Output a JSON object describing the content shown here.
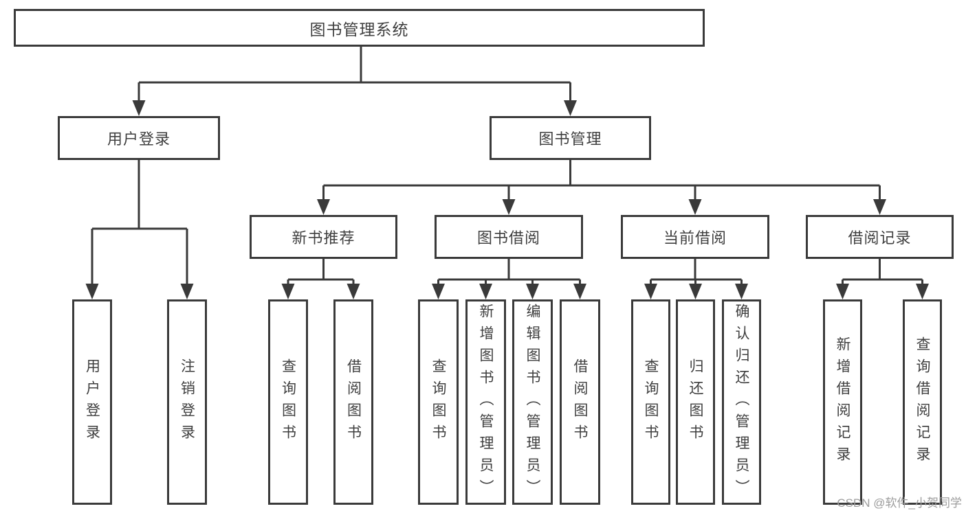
{
  "diagram": {
    "type": "hierarchy-tree",
    "colors": {
      "line": "#3a3a3a",
      "text": "#3f3f3f",
      "box_bg": "#ffffff",
      "watermark": "#9c9c9c"
    },
    "nodes": {
      "root": {
        "label": "图书管理系统"
      },
      "user_login": {
        "label": "用户登录"
      },
      "book_management": {
        "label": "图书管理"
      },
      "new_book_recommend": {
        "label": "新书推荐"
      },
      "book_borrow": {
        "label": "图书借阅"
      },
      "current_borrow": {
        "label": "当前借阅"
      },
      "borrow_records": {
        "label": "借阅记录"
      },
      "leaf_user_login": {
        "label": "用户登录"
      },
      "leaf_logout": {
        "label": "注销登录"
      },
      "leaf_rec_query_books": {
        "label": "查询图书"
      },
      "leaf_rec_borrow_books": {
        "label": "借阅图书"
      },
      "leaf_bb_query_books": {
        "label": "查询图书"
      },
      "leaf_bb_add_books": {
        "label": "新增图书（管理员）"
      },
      "leaf_bb_edit_books": {
        "label": "编辑图书（管理员）"
      },
      "leaf_bb_borrow_books": {
        "label": "借阅图书"
      },
      "leaf_cb_query_books": {
        "label": "查询图书"
      },
      "leaf_cb_return_books": {
        "label": "归还图书"
      },
      "leaf_cb_confirm_return": {
        "label": "确认归还（管理员）"
      },
      "leaf_br_add_record": {
        "label": "新增借阅记录"
      },
      "leaf_br_query_record": {
        "label": "查询借阅记录"
      }
    },
    "hierarchy": [
      {
        "parent": "图书管理系统",
        "children": [
          "用户登录",
          "图书管理"
        ]
      },
      {
        "parent": "用户登录",
        "children": [
          "用户登录",
          "注销登录"
        ]
      },
      {
        "parent": "图书管理",
        "children": [
          "新书推荐",
          "图书借阅",
          "当前借阅",
          "借阅记录"
        ]
      },
      {
        "parent": "新书推荐",
        "children": [
          "查询图书",
          "借阅图书"
        ]
      },
      {
        "parent": "图书借阅",
        "children": [
          "查询图书",
          "新增图书（管理员）",
          "编辑图书（管理员）",
          "借阅图书"
        ]
      },
      {
        "parent": "当前借阅",
        "children": [
          "查询图书",
          "归还图书",
          "确认归还（管理员）"
        ]
      },
      {
        "parent": "借阅记录",
        "children": [
          "新增借阅记录",
          "查询借阅记录"
        ]
      }
    ]
  },
  "watermark": {
    "text": "CSDN @软件_小贺同学"
  }
}
